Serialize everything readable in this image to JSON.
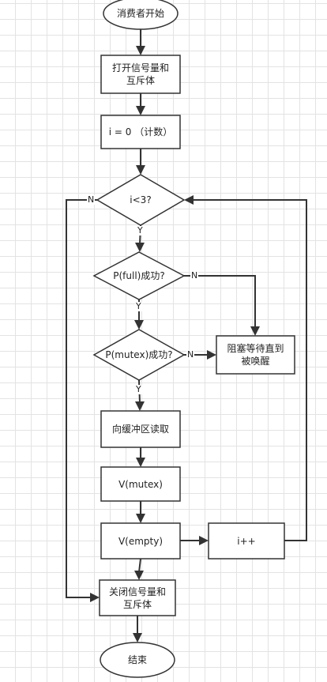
{
  "nodes": {
    "start": "消费者开始",
    "open_sem": "打开信号量和\n互斥体",
    "init": "i = 0 （计数）",
    "loop_check": "i<3?",
    "p_full": "P(full)成功?",
    "p_mutex": "P(mutex)成功?",
    "block_wait": "阻塞等待直到\n被唤醒",
    "read_buffer": "向缓冲区读取",
    "v_mutex": "V(mutex)",
    "v_empty": "V(empty)",
    "increment": "i++",
    "close_sem": "关闭信号量和\n互斥体",
    "end": "结束"
  },
  "edge_labels": {
    "loop_no": "N",
    "loop_yes": "Y",
    "full_no": "N",
    "full_yes": "Y",
    "mutex_no": "N",
    "mutex_yes": "Y"
  }
}
